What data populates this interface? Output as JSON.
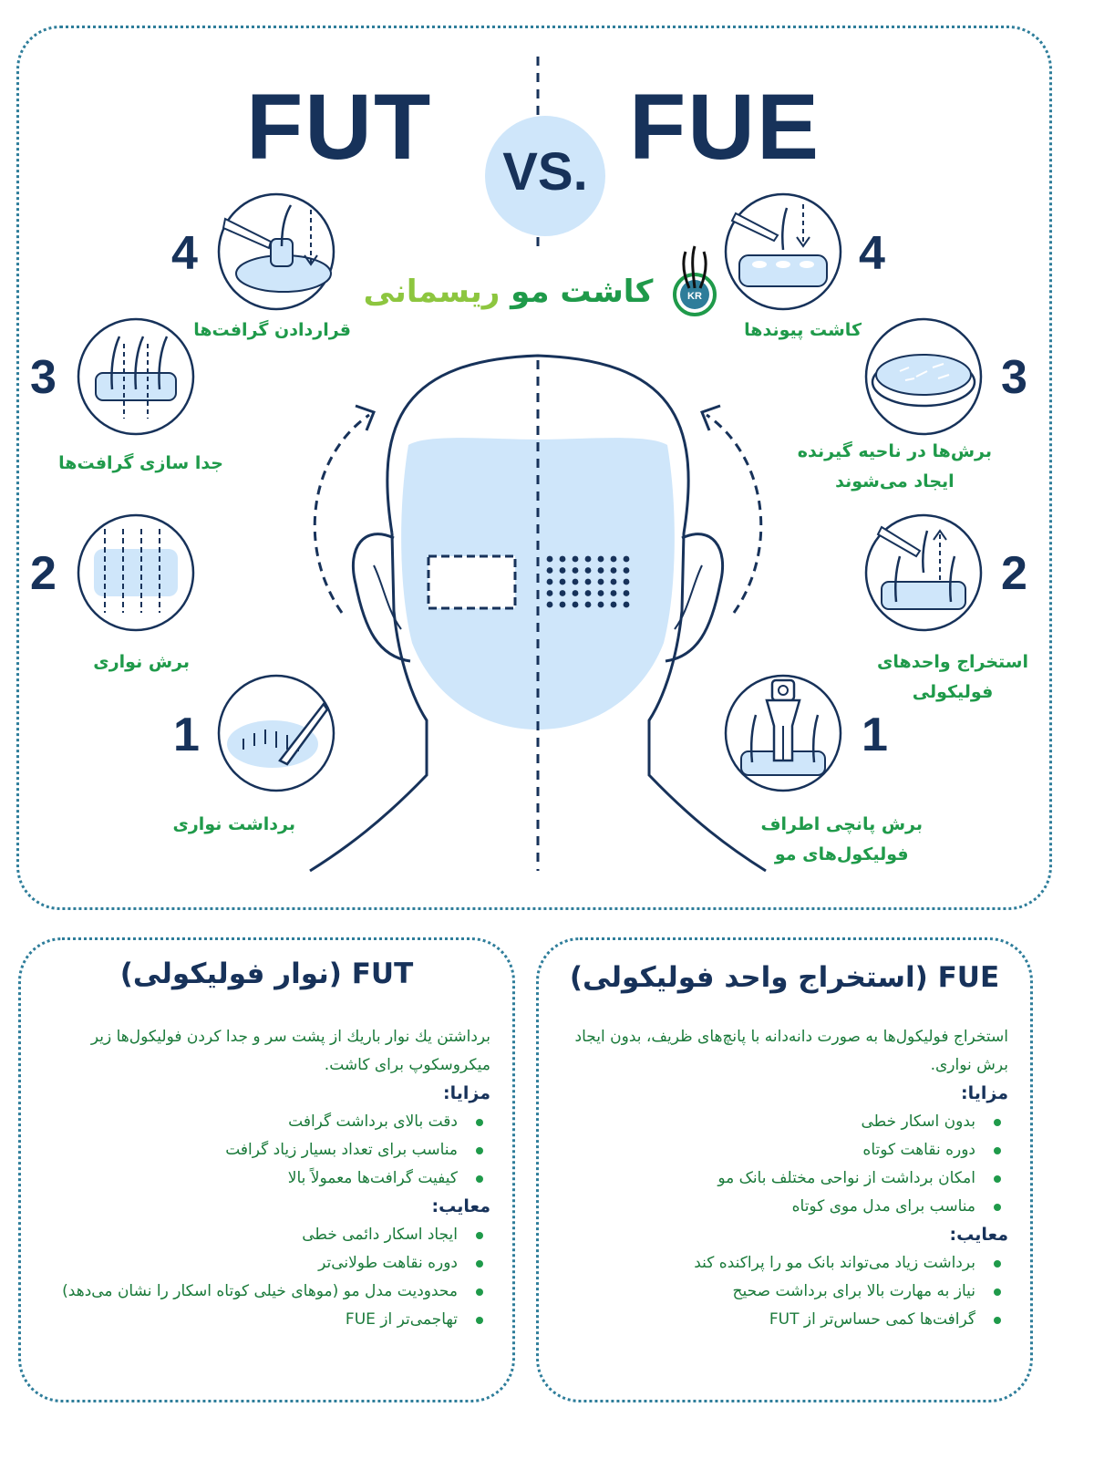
{
  "header": {
    "left_title": "FUT",
    "vs": "VS.",
    "right_title": "FUE"
  },
  "brand": {
    "part_green": "کاشت مو",
    "part_lime": "ریسمانی",
    "logo_initials": "KR"
  },
  "fut_steps": [
    {
      "num": "1",
      "label": "برداشت نواری",
      "icon": "scalp-strip-scalpel-icon"
    },
    {
      "num": "2",
      "label": "برش نواری",
      "icon": "strip-sections-icon"
    },
    {
      "num": "3",
      "label": "جدا سازی گرافت‌ها",
      "icon": "graft-separation-icon"
    },
    {
      "num": "4",
      "label": "قراردادن گرافت‌ها",
      "icon": "graft-placement-icon"
    }
  ],
  "fue_steps": [
    {
      "num": "1",
      "label_lines": [
        "برش پانچی اطراف",
        "فولیکول‌های مو"
      ],
      "icon": "punch-tool-icon"
    },
    {
      "num": "2",
      "label_lines": [
        "استخراج واحدهای",
        "فولیکولی"
      ],
      "icon": "follicle-extraction-icon"
    },
    {
      "num": "3",
      "label_lines": [
        "برش‌ها در ناحیه گیرنده",
        "ایجاد می‌شوند"
      ],
      "icon": "recipient-incision-dish-icon"
    },
    {
      "num": "4",
      "label_lines": [
        "کاشت پیوندها"
      ],
      "icon": "graft-implant-icon"
    }
  ],
  "fut_panel": {
    "title": "FUT (نوار فولیکولی)",
    "description": "برداشتن یك نوار باریك از پشت سر و جدا كردن فولیكول‌ها زیر میكروسكوپ برای كاشت.",
    "pros_heading": "مزایا:",
    "pros": [
      "دقت بالای برداشت گرافت",
      "مناسب برای تعداد بسیار زیاد گرافت",
      "کیفیت گرافت‌ها معمولاً بالا"
    ],
    "cons_heading": "معایب:",
    "cons": [
      "ایجاد اسکار دائمی خطی",
      "دوره نقاهت طولانی‌تر",
      "محدودیت مدل مو (موهای خیلی کوتاه اسکار را نشان می‌دهد)",
      "تهاجمی‌تر از FUE"
    ]
  },
  "fue_panel": {
    "title": "FUE (استخراج واحد فولیکولی)",
    "description": "استخراج فولیکول‌ها به صورت دانه‌دانه با پانچ‌های ظریف، بدون ایجاد برش نواری.",
    "pros_heading": "مزایا:",
    "pros": [
      "بدون اسکار خطی",
      "دوره نقاهت کوتاه",
      "امکان برداشت از نواحی مختلف بانک مو",
      "مناسب برای مدل موی کوتاه"
    ],
    "cons_heading": "معایب:",
    "cons": [
      "برداشت زیاد می‌تواند بانک مو را پراکنده کند",
      "نیاز به مهارت بالا برای برداشت صحیح",
      "گرافت‌ها کمی حساس‌تر از FUT"
    ]
  },
  "colors": {
    "navy": "#17325a",
    "green": "#1f9a4a",
    "lime": "#8dc63f",
    "light_blue": "#cfe6fa",
    "border": "#2e7d9a"
  }
}
